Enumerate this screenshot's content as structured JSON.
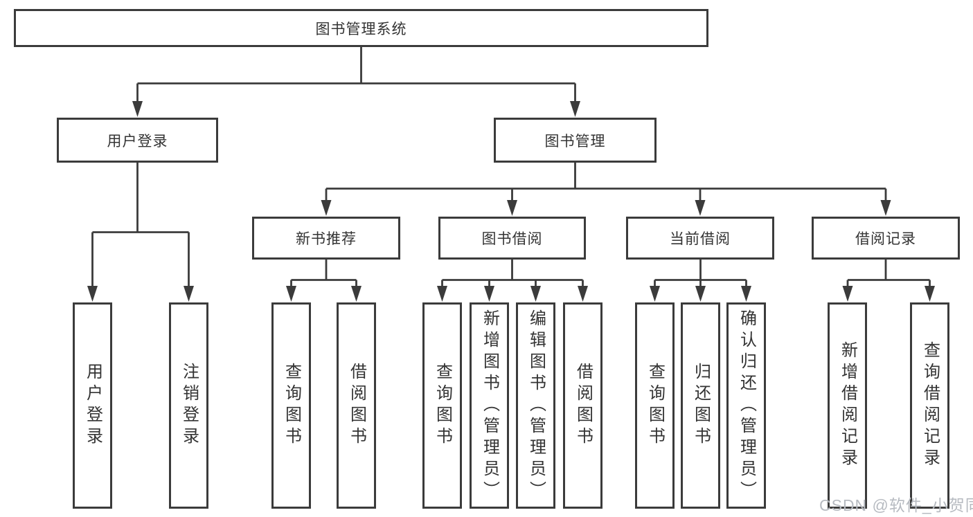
{
  "watermark": {
    "text": "CSDN @软件_小贺同学"
  },
  "tree": {
    "label": "图书管理系统",
    "children": [
      {
        "label": "用户登录",
        "children": [
          {
            "label": "用户登录"
          },
          {
            "label": "注销登录"
          }
        ]
      },
      {
        "label": "图书管理",
        "children": [
          {
            "label": "新书推荐",
            "children": [
              {
                "label": "查询图书"
              },
              {
                "label": "借阅图书"
              }
            ]
          },
          {
            "label": "图书借阅",
            "children": [
              {
                "label": "查询图书"
              },
              {
                "label": "新增图书（管理员）"
              },
              {
                "label": "编辑图书（管理员）"
              },
              {
                "label": "借阅图书"
              }
            ]
          },
          {
            "label": "当前借阅",
            "children": [
              {
                "label": "查询图书"
              },
              {
                "label": "归还图书"
              },
              {
                "label": "确认归还（管理员）"
              }
            ]
          },
          {
            "label": "借阅记录",
            "children": [
              {
                "label": "新增借阅记录"
              },
              {
                "label": "查询借阅记录"
              }
            ]
          }
        ]
      }
    ]
  }
}
